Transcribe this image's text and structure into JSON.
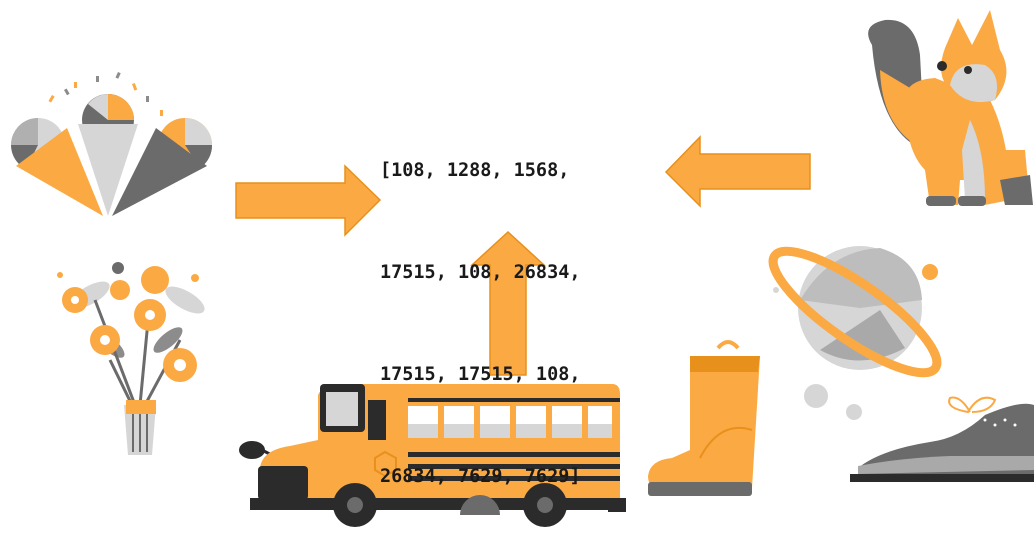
{
  "token_lines": [
    "[108, 1288, 1568,",
    "17515, 108, 26834,",
    "17515, 17515, 108,",
    "26834, 7629, 7629]"
  ],
  "colors": {
    "orange": "#FBA943",
    "orange_stroke": "#E8901C",
    "dark_gray": "#6b6b6b",
    "mid_gray": "#a9a9a9",
    "light_gray": "#d6d6d6",
    "black": "#2b2b2b"
  },
  "illustrations": [
    {
      "name": "ice-cream-cones-icon"
    },
    {
      "name": "flower-bouquet-icon"
    },
    {
      "name": "school-bus-icon"
    },
    {
      "name": "rain-boot-icon"
    },
    {
      "name": "fox-icon"
    },
    {
      "name": "planet-icon"
    },
    {
      "name": "dress-shoe-icon"
    }
  ]
}
